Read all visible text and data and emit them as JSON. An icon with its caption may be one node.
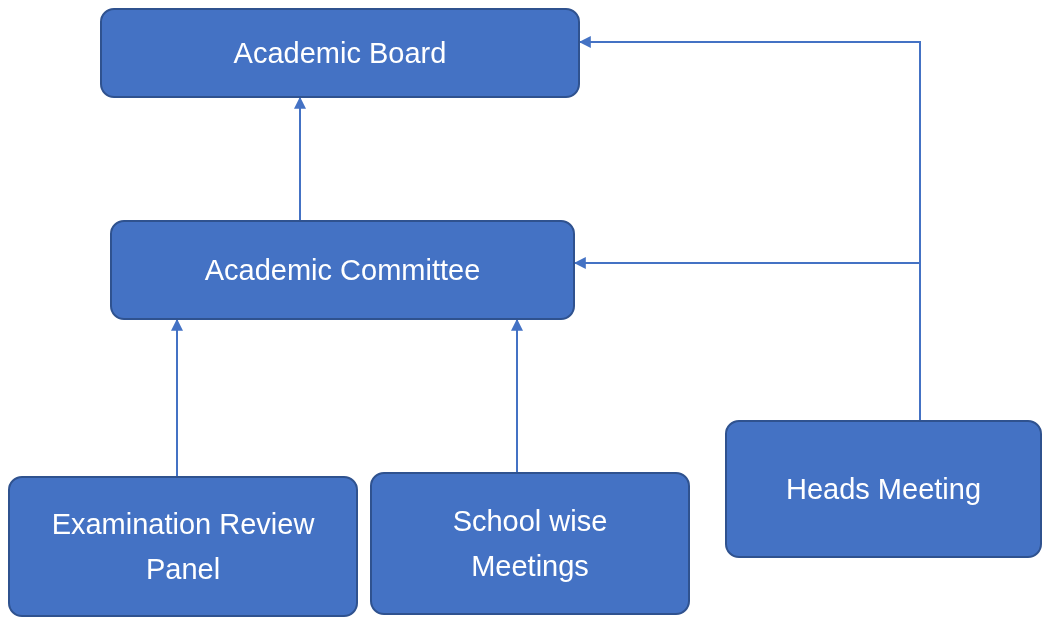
{
  "diagram": {
    "nodes": [
      {
        "text": [
          "Academic Board"
        ]
      },
      {
        "text": [
          "Academic Committee"
        ]
      },
      {
        "text": [
          "Examination Review Panel"
        ]
      },
      {
        "text": [
          "School wise Meetings"
        ]
      },
      {
        "text": [
          "Heads Meeting"
        ]
      }
    ],
    "edges": [
      {
        "from": 1,
        "to": 0,
        "arrow": "to"
      },
      {
        "from": 2,
        "to": 1,
        "arrow": "to"
      },
      {
        "from": 3,
        "to": 1,
        "arrow": "to"
      },
      {
        "from": 4,
        "to": 0,
        "arrow": "to"
      },
      {
        "from": 4,
        "to": 1,
        "arrow": "to"
      }
    ]
  }
}
